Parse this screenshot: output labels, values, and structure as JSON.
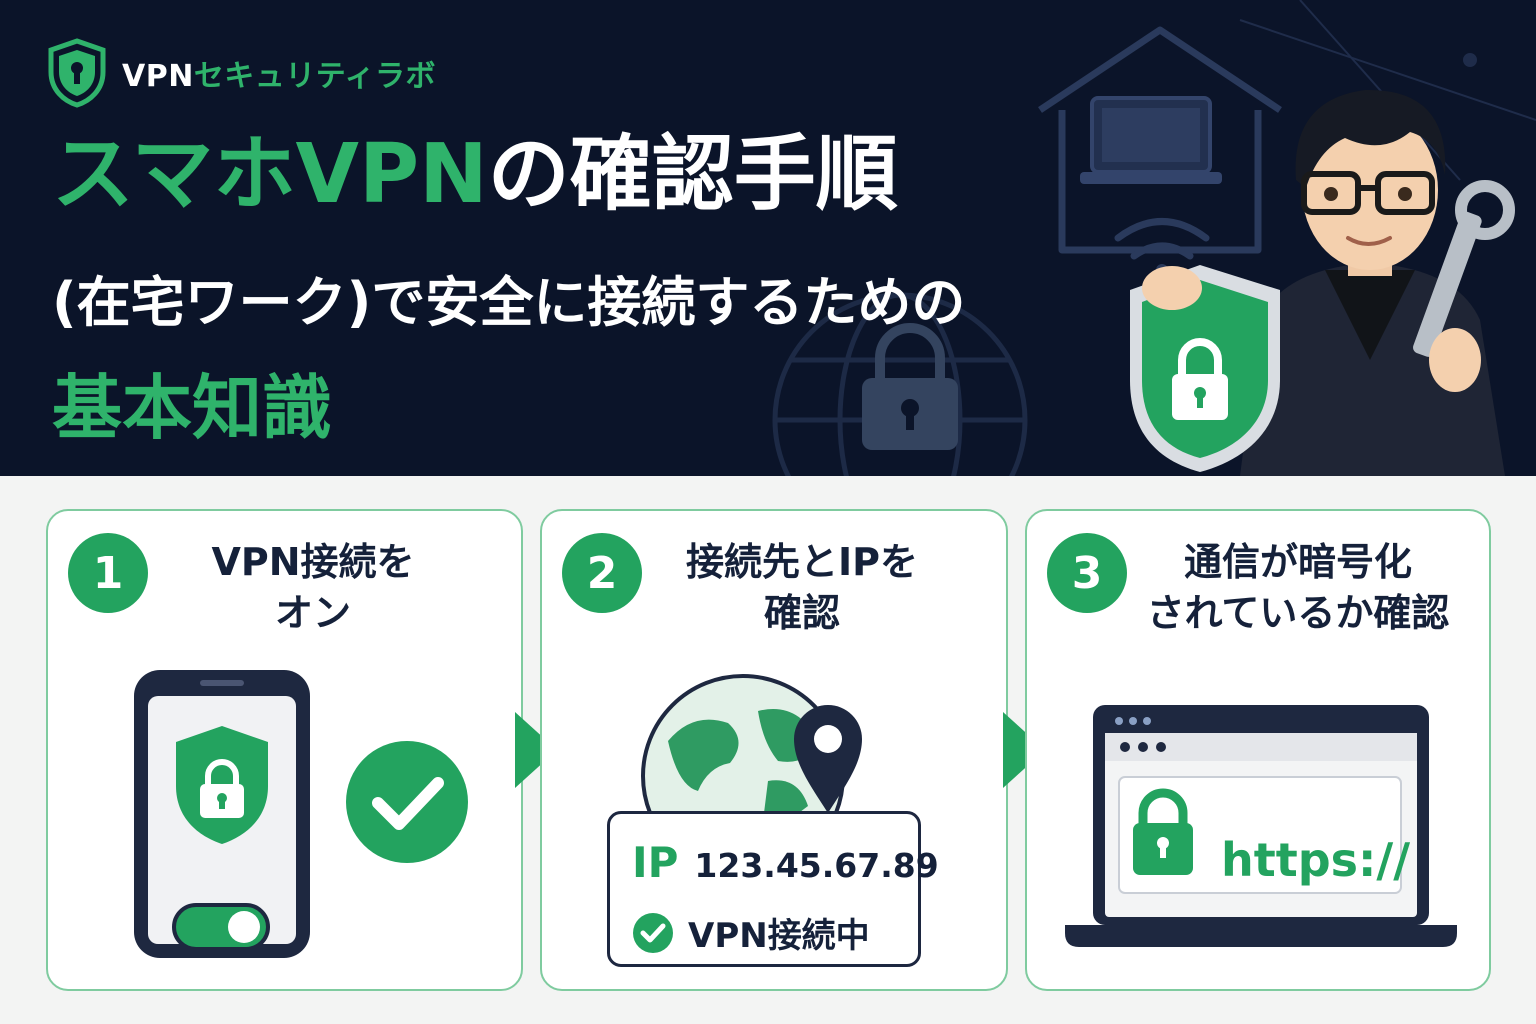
{
  "brand": {
    "name_prefix": "VPN",
    "name_suffix": "セキュリティラボ",
    "icon": "shield-keyhole-icon"
  },
  "hero": {
    "title_green": "スマホVPN",
    "title_white": "の確認手順",
    "subtitle": "(在宅ワーク)で安全に接続するための",
    "title_bottom": "基本知識"
  },
  "steps": [
    {
      "number": "1",
      "title_line1": "VPN接続を",
      "title_line2": "オン"
    },
    {
      "number": "2",
      "title_line1": "接続先とIPを",
      "title_line2": "確認"
    },
    {
      "number": "3",
      "title_line1": "通信が暗号化",
      "title_line2": "されているか確認"
    }
  ],
  "ip_panel": {
    "label": "IP",
    "address": "123.45.67.89",
    "status": "VPN接続中"
  },
  "browser": {
    "url_text": "https://"
  },
  "colors": {
    "accent": "#23a35f",
    "hero_bg": "#0b1429",
    "navy": "#15213a",
    "card_border": "#7fcb9f"
  }
}
